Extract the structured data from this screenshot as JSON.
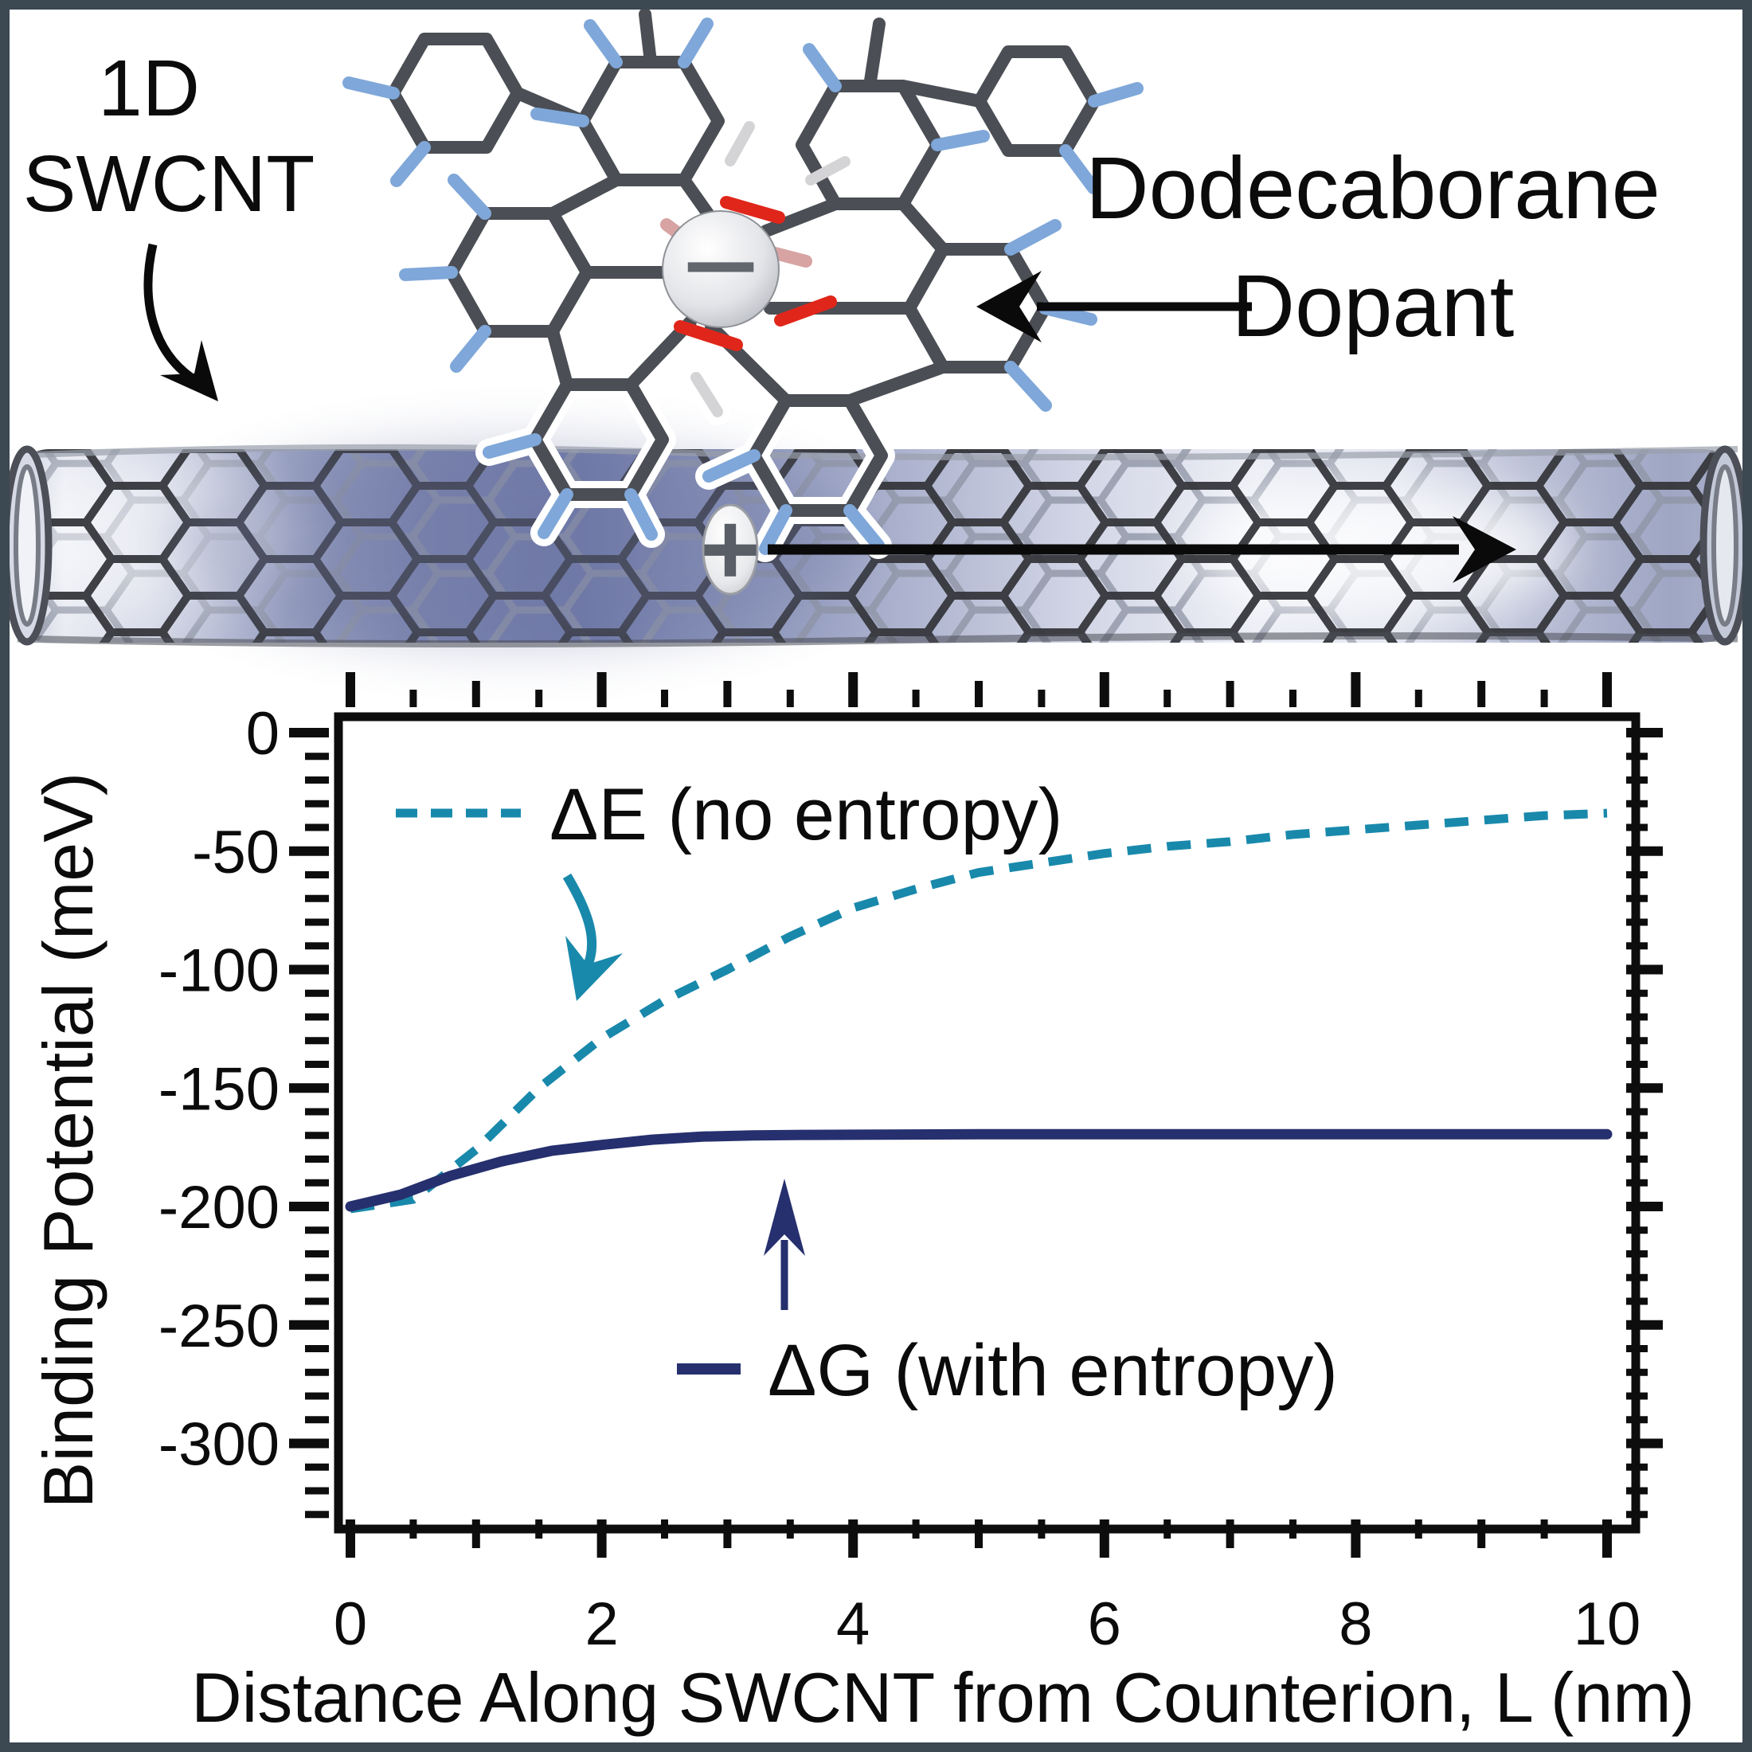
{
  "frame": {
    "border_color": "#3c4852",
    "background": "#ffffff"
  },
  "illustration": {
    "labels": {
      "swcnt_line1": "1D",
      "swcnt_line2": "SWCNT",
      "dopant_line1": "Dodecaborane",
      "dopant_line2": "Dopant"
    },
    "symbols": {
      "minus": "−",
      "plus": "+"
    },
    "colors": {
      "tube_slate": "#7b84ae",
      "lattice_front": "#35373c",
      "lattice_back": "#9096a6",
      "fluorine_blue": "#7fa7d9",
      "oxygen_red": "#e0261a",
      "boron_pink": "#d8a3a3",
      "carbon_gray": "#4b4e54",
      "arrow_black": "#0a0a0a"
    }
  },
  "chart_data": {
    "type": "line",
    "title": "",
    "xlabel": "Distance Along SWCNT from Counterion, L (nm)",
    "ylabel": "Binding Potential (meV)",
    "xlim": [
      -0.17,
      10.15
    ],
    "ylim": [
      -333,
      11
    ],
    "grid": false,
    "x_ticks": [
      0,
      2,
      4,
      6,
      8,
      10
    ],
    "x_tick_labels": [
      "0",
      "2",
      "4",
      "6",
      "8",
      "10"
    ],
    "x_minor_step": 0.5,
    "y_ticks": [
      0,
      -50,
      -100,
      -150,
      -200,
      -250,
      -300
    ],
    "y_tick_labels": [
      "0",
      "-50",
      "-100",
      "-150",
      "-200",
      "-250",
      "-300"
    ],
    "y_minor_step": 10,
    "legend_position": "inside-top-left and inside-bottom-middle",
    "series": [
      {
        "name": "ΔE (no entropy)",
        "style": "dashed",
        "color": "#1989ab",
        "x": [
          0,
          0.5,
          1,
          1.5,
          2,
          2.5,
          3,
          3.5,
          4,
          4.5,
          5,
          5.5,
          6,
          6.5,
          7,
          7.5,
          8,
          8.5,
          9,
          9.5,
          10
        ],
        "y": [
          -201,
          -197,
          -176,
          -150,
          -129,
          -113,
          -100,
          -86,
          -74,
          -66,
          -59,
          -55,
          -51,
          -48,
          -46,
          -43,
          -41,
          -39,
          -37,
          -35,
          -34
        ]
      },
      {
        "name": "ΔG (with entropy)",
        "style": "solid",
        "color": "#26306e",
        "x": [
          0,
          0.4,
          0.8,
          1.2,
          1.6,
          2,
          2.4,
          2.8,
          3.2,
          3.6,
          4,
          5,
          6,
          7,
          8,
          9,
          10
        ],
        "y": [
          -200,
          -195,
          -187,
          -181,
          -176.5,
          -174,
          -171.8,
          -170.5,
          -170,
          -169.8,
          -169.7,
          -169.5,
          -169.5,
          -169.5,
          -169.5,
          -169.5,
          -169.5
        ]
      }
    ]
  }
}
